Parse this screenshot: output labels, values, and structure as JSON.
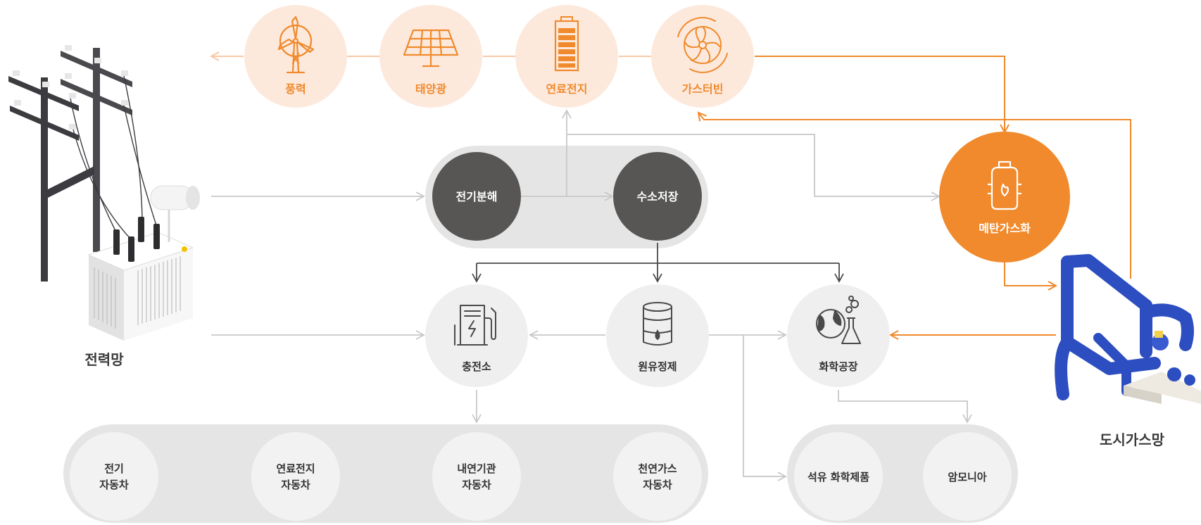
{
  "nodes": {
    "wind": "풍력",
    "solar": "태양광",
    "fuel_cell": "연료전지",
    "gas_turbine": "가스터빈",
    "electrolysis": "전기분해",
    "hydrogen_storage": "수소저장",
    "methanation": "메탄가스화",
    "charging_station": "충전소",
    "crude_refining": "원유정제",
    "chemical_plant": "화학공장",
    "power_grid": "전력망",
    "city_gas_network": "도시가스망"
  },
  "vehicles": {
    "ev": [
      "전기",
      "자동차"
    ],
    "fcev": [
      "연료전지",
      "자동차"
    ],
    "ice": [
      "내연기관",
      "자동차"
    ],
    "cng": [
      "천연가스",
      "자동차"
    ]
  },
  "products": {
    "petrochemical": "석유 화학제품",
    "ammonia": "암모니아"
  },
  "colors": {
    "orange": "#f08a2c",
    "peach": "#fde9dc",
    "light_orange_line": "#f7c9a5",
    "dark_circle": "#575655",
    "pill_gray": "#e5e5e5",
    "node_gray": "#efefef",
    "gray_line": "#c8c8c8",
    "dark_line": "#4a4a4a",
    "pipe_blue": "#2d4ec0"
  },
  "icons": {
    "wind": "wind-turbine-icon",
    "solar": "solar-panel-icon",
    "fuel_cell": "battery-icon",
    "gas_turbine": "turbine-icon",
    "methanation": "gas-cylinder-icon",
    "charging_station": "charging-pump-icon",
    "crude_refining": "oil-barrel-icon",
    "chemical_plant": "chemical-flask-icon"
  }
}
